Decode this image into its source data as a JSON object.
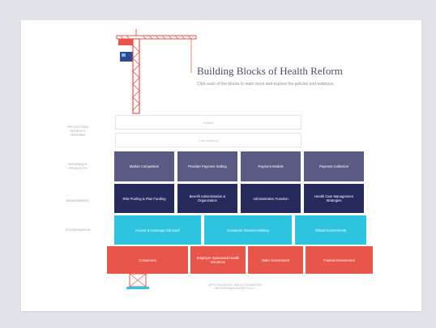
{
  "title": "Building Blocks of Health Reform",
  "subtitle": "Click each of the blocks to learn more and explore the policies and evidence.",
  "side_labels": {
    "goals": "PROTECTING\nPATIENTS\nREFORM",
    "insurance": "INSURANCE\nPRODUCTS",
    "management": "MANAGEMENT",
    "coordination": "COORDINATION"
  },
  "ghost_rows": [
    "Patient",
    "Care Delivery"
  ],
  "rows": {
    "financing": [
      "Market Competition",
      "Provider Payment Setting",
      "Payment Models",
      "Payment Collection"
    ],
    "administration": [
      "Risk Pooling & Plan Funding",
      "Benefit Administration & Organization",
      "Administrative Function",
      "Health Care Management Strategies"
    ],
    "access": [
      "Access & Coverage Structure",
      "Consumer Decision-Making",
      "Global Governments"
    ],
    "foundation": [
      "Consumers",
      "Employer Sponsored Health Insurance",
      "State Government",
      "Federal Government"
    ]
  },
  "footnote": "APPLY RESOURCE · BUILD A FOUNDATION\nWITH EVIDENCE-BASED POLICY",
  "colors": {
    "financing": "#5a5b84",
    "administration": "#272a5c",
    "access": "#2cc4de",
    "foundation": "#e8554a",
    "crane": "#e8554a",
    "cab": "#2b4b8c"
  },
  "icons": [
    "crane-illustration"
  ]
}
